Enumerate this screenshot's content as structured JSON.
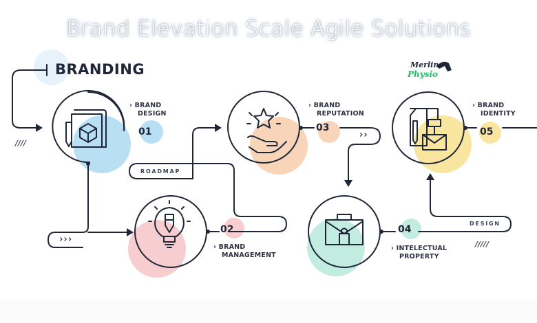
{
  "title": "Brand Elevation Scale Agile Solutions",
  "heading": "BRANDING",
  "logo": {
    "line1": "Merlin",
    "line2": "Physio"
  },
  "colors": {
    "line": "#1f2638",
    "blue": "#b9dff5",
    "pink": "#f8cdd0",
    "peach": "#f8d5b8",
    "mint": "#c2ecdf",
    "yellow": "#f8e5a0",
    "logo_green": "#1fbf6a"
  },
  "steps": [
    {
      "number": "01",
      "label_line1": "BRAND",
      "label_line2": "DESIGN",
      "icon": "sketchbook-cube-icon",
      "color": "blue"
    },
    {
      "number": "02",
      "label_line1": "BRAND",
      "label_line2": "MANAGEMENT",
      "icon": "lightbulb-pencil-icon",
      "color": "pink"
    },
    {
      "number": "03",
      "label_line1": "BRAND",
      "label_line2": "REPUTATION",
      "icon": "hand-star-icon",
      "color": "peach"
    },
    {
      "number": "04",
      "label_line1": "INTELECTUAL",
      "label_line2": "PROPERTY",
      "icon": "briefcase-lock-icon",
      "color": "mint"
    },
    {
      "number": "05",
      "label_line1": "BRAND",
      "label_line2": "IDENTITY",
      "icon": "document-envelope-icon",
      "color": "yellow"
    }
  ],
  "pills": {
    "roadmap": "ROADMAP",
    "design": "DESIGN",
    "chevrons_left": "›››",
    "chevrons_mid": "››"
  },
  "decor": {
    "hatch_left": "////",
    "hatch_right": "/////"
  },
  "chevron": "›"
}
